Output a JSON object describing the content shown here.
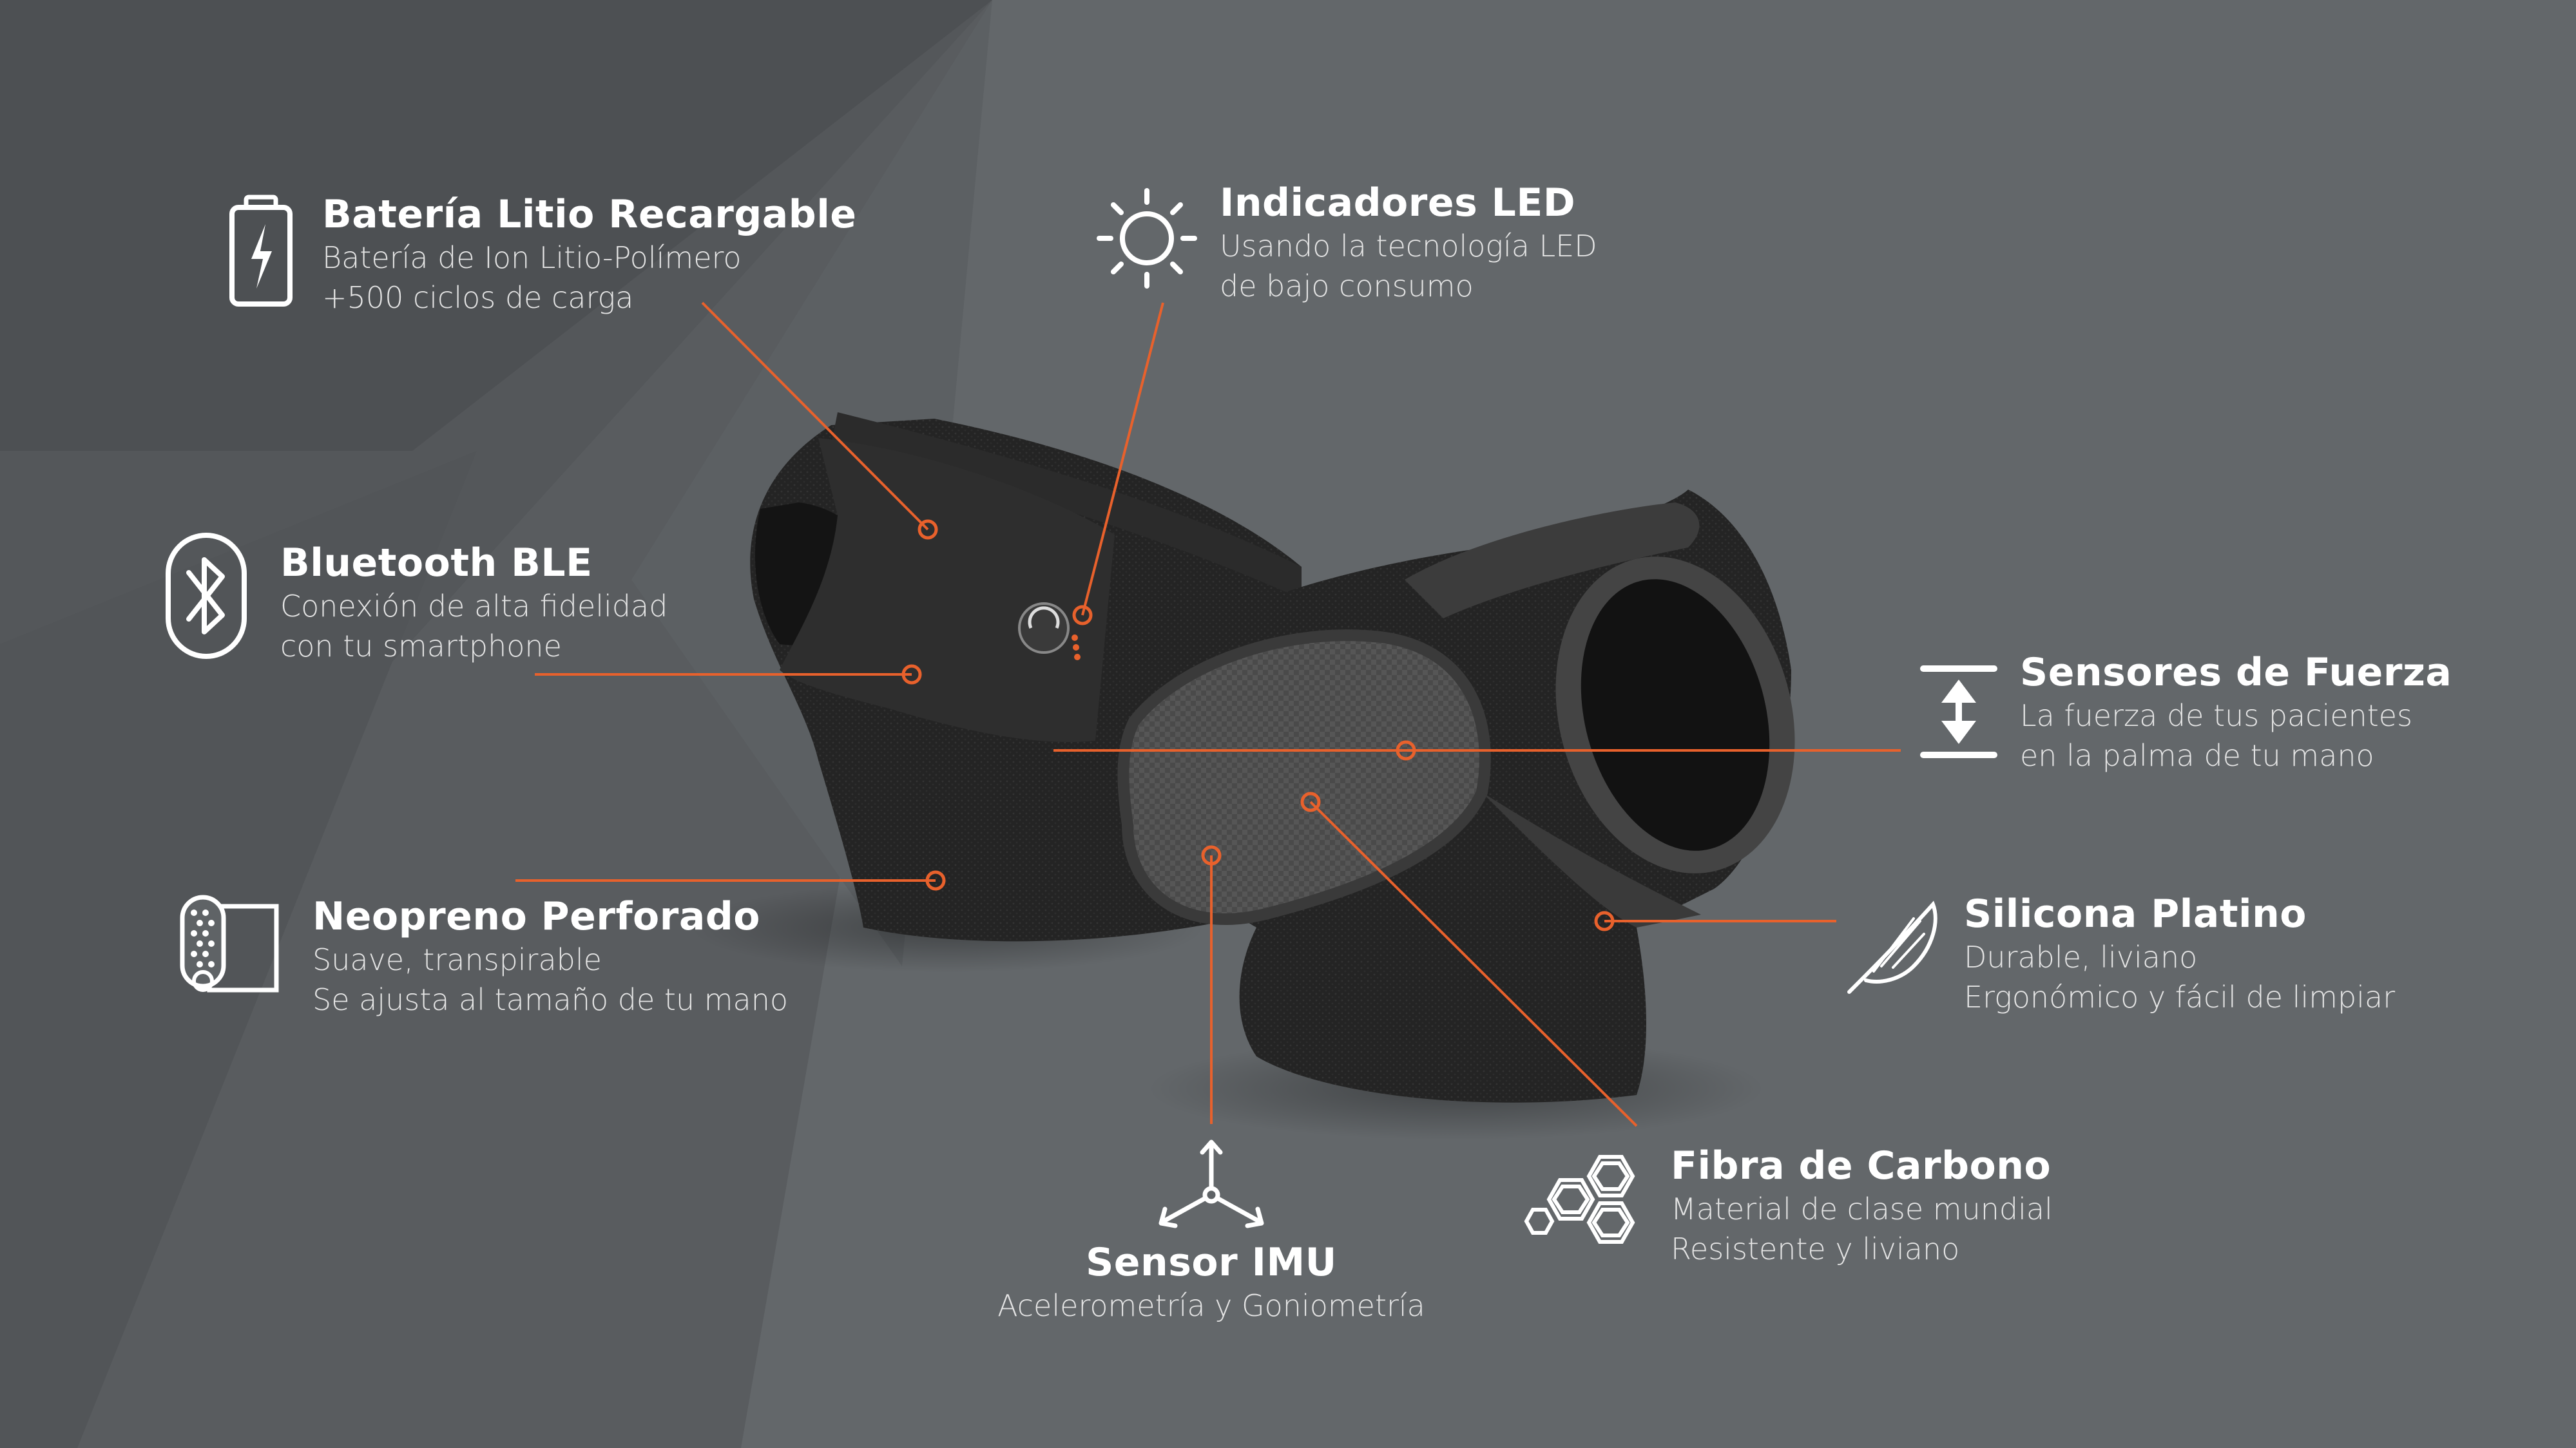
{
  "colors": {
    "background": "#5f6366",
    "accent": "#e8612c",
    "text": "#ffffff",
    "subtext": "#e4e4e4",
    "product": "#1f1f1f"
  },
  "features": [
    {
      "id": "battery",
      "icon": "battery-icon",
      "title": "Batería Litio Recargable",
      "lines": [
        "Batería de Ion Litio-Polímero",
        "+500 ciclos de carga"
      ]
    },
    {
      "id": "led",
      "icon": "sun-icon",
      "title": "Indicadores LED",
      "lines": [
        "Usando la tecnología LED",
        "de bajo consumo"
      ]
    },
    {
      "id": "bluetooth",
      "icon": "bluetooth-icon",
      "title": "Bluetooth BLE",
      "lines": [
        "Conexión de alta fidelidad",
        "con tu smartphone"
      ]
    },
    {
      "id": "force",
      "icon": "force-sensor-icon",
      "title": "Sensores de Fuerza",
      "lines": [
        "La fuerza de tus pacientes",
        "en la palma de tu mano"
      ]
    },
    {
      "id": "neoprene",
      "icon": "neoprene-icon",
      "title": "Neopreno Perforado",
      "lines": [
        "Suave, transpirable",
        "Se ajusta al tamaño de tu mano"
      ]
    },
    {
      "id": "silicone",
      "icon": "feather-icon",
      "title": "Silicona Platino",
      "lines": [
        "Durable, liviano",
        "Ergonómico y fácil de limpiar"
      ]
    },
    {
      "id": "carbon",
      "icon": "hexagon-icon",
      "title": "Fibra de Carbono",
      "lines": [
        "Material de clase mundial",
        "Resistente y liviano"
      ]
    },
    {
      "id": "imu",
      "icon": "axes-icon",
      "title": "Sensor IMU",
      "lines": [
        "Acelerometría y Goniometría"
      ]
    }
  ]
}
